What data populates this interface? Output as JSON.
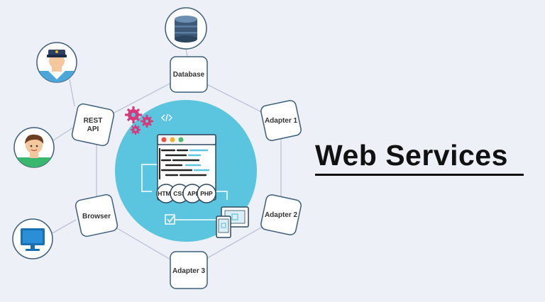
{
  "title": "Web Services",
  "nodes": {
    "database": "Database",
    "adapter1": "Adapter 1",
    "adapter2": "Adapter 2",
    "adapter3": "Adapter 3",
    "browser": "Browser",
    "rest_line1": "REST",
    "rest_line2": "API"
  },
  "tech_tags": [
    "HTML",
    "CSS",
    "API",
    "PHP"
  ],
  "icons": [
    "database-icon",
    "police-avatar-icon",
    "boy-avatar-icon",
    "monitor-icon",
    "gears-icon",
    "code-window-icon",
    "checkbox-icon",
    "devices-icon",
    "code-brackets-icon"
  ],
  "colors": {
    "background": "#eef0f8",
    "hub": "#5bc4df",
    "node_border": "#3b5e7a",
    "gear": "#d63a7a"
  }
}
